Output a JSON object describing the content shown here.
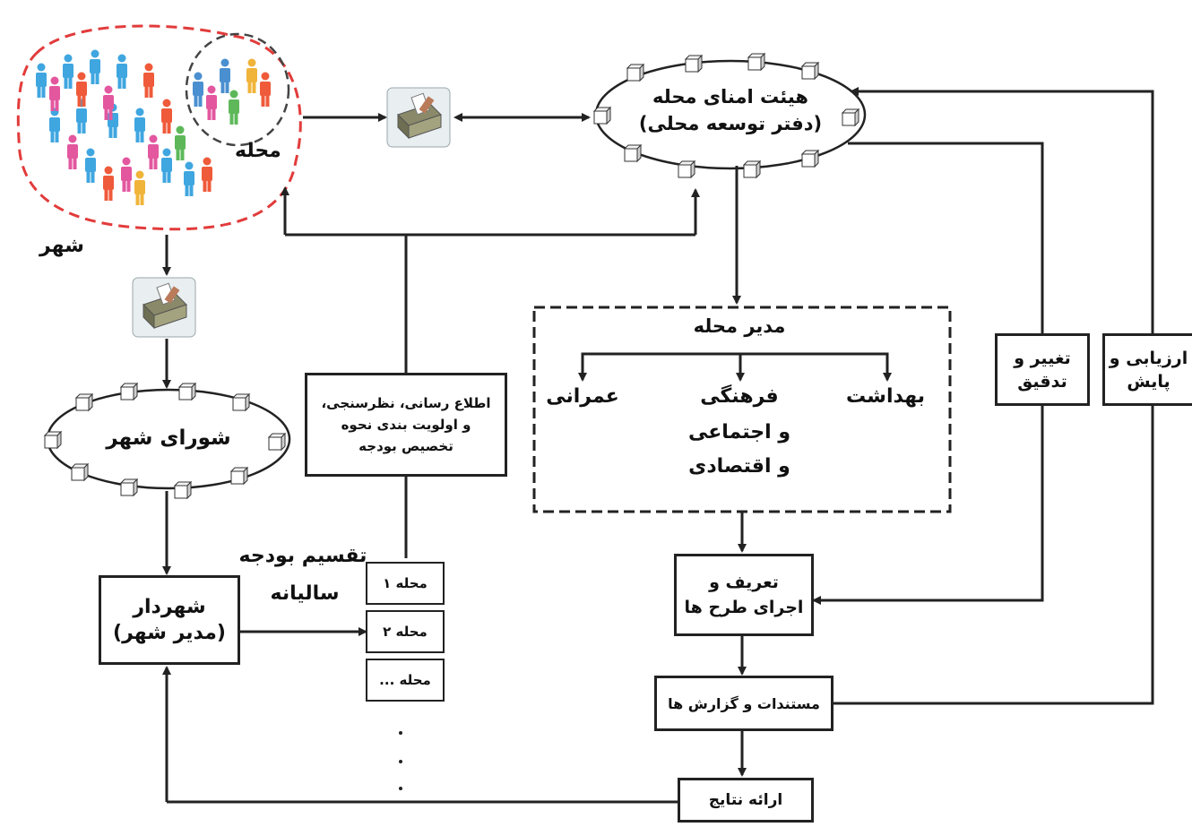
{
  "diagram": {
    "neighborhood_label": "محله",
    "city_label": "شهر",
    "board_of_trustees_line1": "هیئت امنای محله",
    "board_of_trustees_line2": "(دفتر توسعه محلی)",
    "city_council": "شورای شهر",
    "info_box_line1": "اطلاع رسانی، نظرسنجی،",
    "info_box_line2": "و اولویت بندی نحوه",
    "info_box_line3": "تخصیص بودجه",
    "neighborhood_manager": "مدیر محله",
    "dept_health": "بهداشت",
    "dept_culture_line1": "فرهنگی",
    "dept_culture_line2": "و اجتماعی",
    "dept_culture_line3": "و اقتصادی",
    "dept_construction": "عمرانی",
    "change_review_line1": "تغییر و",
    "change_review_line2": "تدقیق",
    "evaluation_line1": "ارزیابی و",
    "evaluation_line2": "پایش",
    "define_projects_line1": "تعریف و",
    "define_projects_line2": "اجرای طرح ها",
    "documents_reports": "مستندات و گزارش ها",
    "present_results": "ارائه نتایج",
    "mayor_line1": "شهردار",
    "mayor_line2": "(مدیر شهر)",
    "budget_split_line1": "تقسیم بودجه",
    "budget_split_line2": "سالیانه",
    "budget_neighborhoods": [
      "محله ۱",
      "محله ۲",
      "محله ..."
    ]
  }
}
